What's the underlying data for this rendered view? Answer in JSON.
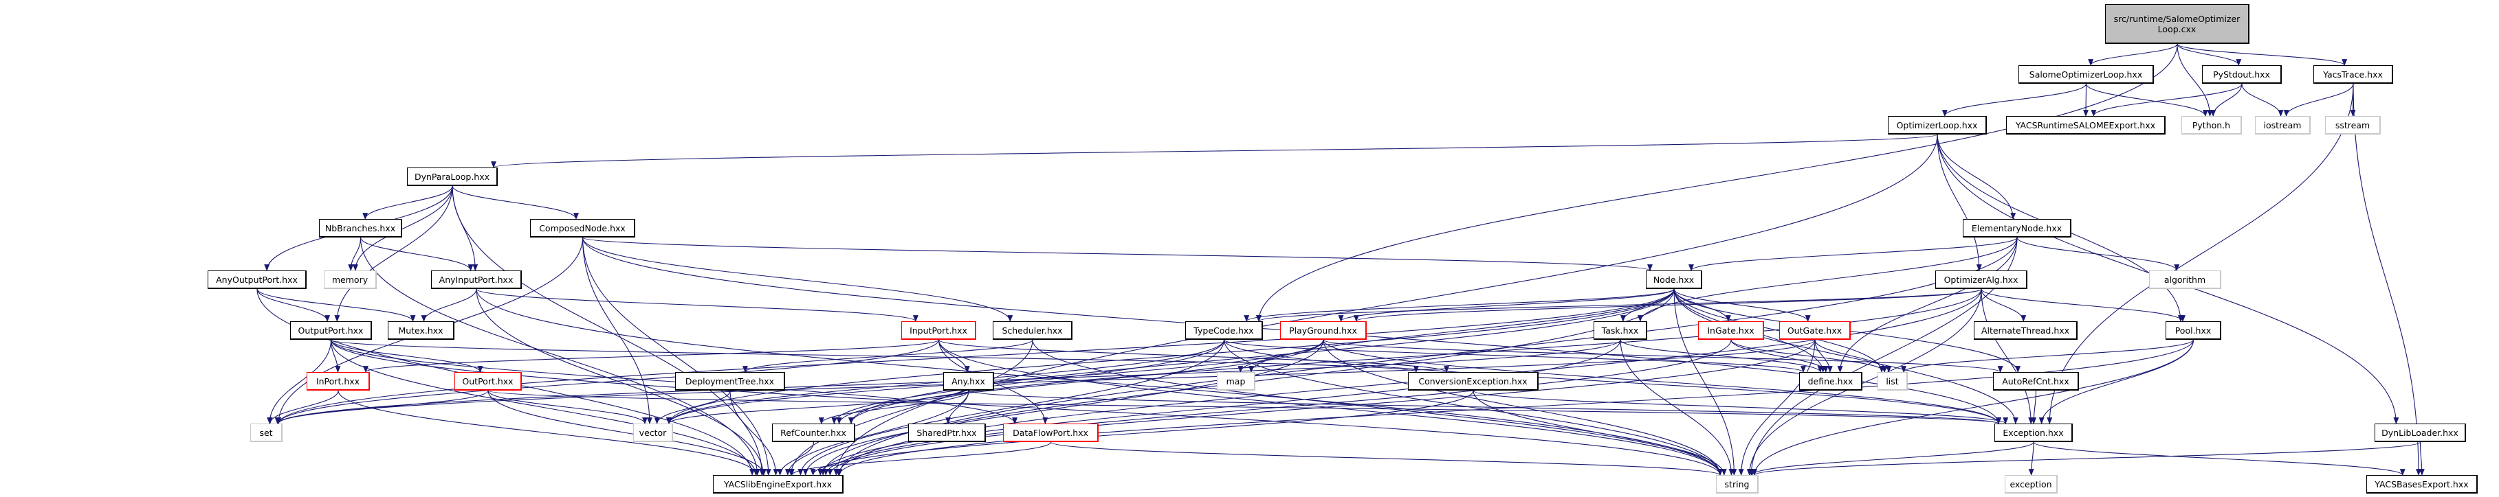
{
  "title": "src/runtime/SalomeOptimizerLoop.cxx include dependency graph",
  "colors": {
    "edge": "#191970",
    "root_fill": "#bfbfbf",
    "node_border": "#000000",
    "system_border": "#c8c8c8",
    "incomplete_border": "#ff0000"
  },
  "nodes": [
    {
      "id": "root",
      "label": "src/runtime/SalomeOptimizer\nLoop.cxx",
      "kind": "root"
    },
    {
      "id": "SalomeOptimizerLoop_hxx",
      "label": "SalomeOptimizerLoop.hxx",
      "kind": "file"
    },
    {
      "id": "PyStdout_hxx",
      "label": "PyStdout.hxx",
      "kind": "file"
    },
    {
      "id": "YacsTrace_hxx",
      "label": "YacsTrace.hxx",
      "kind": "file"
    },
    {
      "id": "OptimizerLoop_hxx",
      "label": "OptimizerLoop.hxx",
      "kind": "file"
    },
    {
      "id": "YACSRuntimeSALOMEExport_hxx",
      "label": "YACSRuntimeSALOMEExport.hxx",
      "kind": "file"
    },
    {
      "id": "Python_h",
      "label": "Python.h",
      "kind": "system"
    },
    {
      "id": "iostream",
      "label": "iostream",
      "kind": "system"
    },
    {
      "id": "sstream",
      "label": "sstream",
      "kind": "system"
    },
    {
      "id": "DynParaLoop_hxx",
      "label": "DynParaLoop.hxx",
      "kind": "file"
    },
    {
      "id": "NbBranches_hxx",
      "label": "NbBranches.hxx",
      "kind": "file"
    },
    {
      "id": "ComposedNode_hxx",
      "label": "ComposedNode.hxx",
      "kind": "file"
    },
    {
      "id": "ElementaryNode_hxx",
      "label": "ElementaryNode.hxx",
      "kind": "file"
    },
    {
      "id": "AnyOutputPort_hxx",
      "label": "AnyOutputPort.hxx",
      "kind": "file"
    },
    {
      "id": "memory",
      "label": "memory",
      "kind": "system"
    },
    {
      "id": "AnyInputPort_hxx",
      "label": "AnyInputPort.hxx",
      "kind": "file"
    },
    {
      "id": "Node_hxx",
      "label": "Node.hxx",
      "kind": "file"
    },
    {
      "id": "OptimizerAlg_hxx",
      "label": "OptimizerAlg.hxx",
      "kind": "file"
    },
    {
      "id": "algorithm",
      "label": "algorithm",
      "kind": "system"
    },
    {
      "id": "OutputPort_hxx",
      "label": "OutputPort.hxx",
      "kind": "file"
    },
    {
      "id": "Mutex_hxx",
      "label": "Mutex.hxx",
      "kind": "file"
    },
    {
      "id": "InputPort_hxx",
      "label": "InputPort.hxx",
      "kind": "incomplete"
    },
    {
      "id": "Scheduler_hxx",
      "label": "Scheduler.hxx",
      "kind": "file"
    },
    {
      "id": "TypeCode_hxx",
      "label": "TypeCode.hxx",
      "kind": "file"
    },
    {
      "id": "PlayGround_hxx",
      "label": "PlayGround.hxx",
      "kind": "incomplete"
    },
    {
      "id": "Task_hxx",
      "label": "Task.hxx",
      "kind": "file"
    },
    {
      "id": "InGate_hxx",
      "label": "InGate.hxx",
      "kind": "incomplete"
    },
    {
      "id": "OutGate_hxx",
      "label": "OutGate.hxx",
      "kind": "incomplete"
    },
    {
      "id": "AlternateThread_hxx",
      "label": "AlternateThread.hxx",
      "kind": "file"
    },
    {
      "id": "Pool_hxx",
      "label": "Pool.hxx",
      "kind": "file"
    },
    {
      "id": "InPort_hxx",
      "label": "InPort.hxx",
      "kind": "incomplete"
    },
    {
      "id": "OutPort_hxx",
      "label": "OutPort.hxx",
      "kind": "incomplete"
    },
    {
      "id": "DeploymentTree_hxx",
      "label": "DeploymentTree.hxx",
      "kind": "file"
    },
    {
      "id": "Any_hxx",
      "label": "Any.hxx",
      "kind": "file"
    },
    {
      "id": "map",
      "label": "map",
      "kind": "system"
    },
    {
      "id": "ConversionException_hxx",
      "label": "ConversionException.hxx",
      "kind": "file"
    },
    {
      "id": "define_hxx",
      "label": "define.hxx",
      "kind": "file"
    },
    {
      "id": "list",
      "label": "list",
      "kind": "system"
    },
    {
      "id": "AutoRefCnt_hxx",
      "label": "AutoRefCnt.hxx",
      "kind": "file"
    },
    {
      "id": "set",
      "label": "set",
      "kind": "system"
    },
    {
      "id": "vector",
      "label": "vector",
      "kind": "system"
    },
    {
      "id": "RefCounter_hxx",
      "label": "RefCounter.hxx",
      "kind": "file"
    },
    {
      "id": "SharedPtr_hxx",
      "label": "SharedPtr.hxx",
      "kind": "file"
    },
    {
      "id": "DataFlowPort_hxx",
      "label": "DataFlowPort.hxx",
      "kind": "incomplete"
    },
    {
      "id": "Exception_hxx",
      "label": "Exception.hxx",
      "kind": "file"
    },
    {
      "id": "DynLibLoader_hxx",
      "label": "DynLibLoader.hxx",
      "kind": "file"
    },
    {
      "id": "YACSlibEngineExport_hxx",
      "label": "YACSlibEngineExport.hxx",
      "kind": "file"
    },
    {
      "id": "string",
      "label": "string",
      "kind": "system"
    },
    {
      "id": "exception",
      "label": "exception",
      "kind": "system"
    },
    {
      "id": "YACSBasesExport_hxx",
      "label": "YACSBasesExport.hxx",
      "kind": "file"
    }
  ],
  "edges": [
    [
      "root",
      "SalomeOptimizerLoop_hxx"
    ],
    [
      "root",
      "Python_h"
    ],
    [
      "root",
      "PyStdout_hxx"
    ],
    [
      "root",
      "YacsTrace_hxx"
    ],
    [
      "root",
      "TypeCode_hxx"
    ],
    [
      "SalomeOptimizerLoop_hxx",
      "OptimizerLoop_hxx"
    ],
    [
      "SalomeOptimizerLoop_hxx",
      "YACSRuntimeSALOMEExport_hxx"
    ],
    [
      "SalomeOptimizerLoop_hxx",
      "Python_h"
    ],
    [
      "PyStdout_hxx",
      "YACSRuntimeSALOMEExport_hxx"
    ],
    [
      "PyStdout_hxx",
      "Python_h"
    ],
    [
      "PyStdout_hxx",
      "iostream"
    ],
    [
      "YacsTrace_hxx",
      "iostream"
    ],
    [
      "YacsTrace_hxx",
      "sstream"
    ],
    [
      "YacsTrace_hxx",
      "Exception_hxx"
    ],
    [
      "YacsTrace_hxx",
      "YACSBasesExport_hxx"
    ],
    [
      "OptimizerLoop_hxx",
      "DynParaLoop_hxx"
    ],
    [
      "OptimizerLoop_hxx",
      "YACSlibEngineExport_hxx"
    ],
    [
      "OptimizerLoop_hxx",
      "ElementaryNode_hxx"
    ],
    [
      "OptimizerLoop_hxx",
      "OptimizerAlg_hxx"
    ],
    [
      "OptimizerLoop_hxx",
      "Pool_hxx"
    ],
    [
      "OptimizerLoop_hxx",
      "DynLibLoader_hxx"
    ],
    [
      "DynParaLoop_hxx",
      "NbBranches_hxx"
    ],
    [
      "DynParaLoop_hxx",
      "ComposedNode_hxx"
    ],
    [
      "DynParaLoop_hxx",
      "AnyOutputPort_hxx"
    ],
    [
      "DynParaLoop_hxx",
      "memory"
    ],
    [
      "DynParaLoop_hxx",
      "AnyInputPort_hxx"
    ],
    [
      "DynParaLoop_hxx",
      "OutputPort_hxx"
    ],
    [
      "DynParaLoop_hxx",
      "YACSlibEngineExport_hxx"
    ],
    [
      "NbBranches_hxx",
      "memory"
    ],
    [
      "NbBranches_hxx",
      "AnyInputPort_hxx"
    ],
    [
      "NbBranches_hxx",
      "YACSlibEngineExport_hxx"
    ],
    [
      "ComposedNode_hxx",
      "Node_hxx"
    ],
    [
      "ComposedNode_hxx",
      "Scheduler_hxx"
    ],
    [
      "ComposedNode_hxx",
      "vector"
    ],
    [
      "ComposedNode_hxx",
      "set"
    ],
    [
      "ComposedNode_hxx",
      "YACSlibEngineExport_hxx"
    ],
    [
      "ComposedNode_hxx",
      "Exception_hxx"
    ],
    [
      "ElementaryNode_hxx",
      "Node_hxx"
    ],
    [
      "ElementaryNode_hxx",
      "Task_hxx"
    ],
    [
      "ElementaryNode_hxx",
      "algorithm"
    ],
    [
      "ElementaryNode_hxx",
      "YACSlibEngineExport_hxx"
    ],
    [
      "ElementaryNode_hxx",
      "define_hxx"
    ],
    [
      "ElementaryNode_hxx",
      "string"
    ],
    [
      "AnyOutputPort_hxx",
      "OutputPort_hxx"
    ],
    [
      "AnyOutputPort_hxx",
      "Mutex_hxx"
    ],
    [
      "AnyOutputPort_hxx",
      "YACSlibEngineExport_hxx"
    ],
    [
      "AnyInputPort_hxx",
      "Mutex_hxx"
    ],
    [
      "AnyInputPort_hxx",
      "InputPort_hxx"
    ],
    [
      "AnyInputPort_hxx",
      "YACSlibEngineExport_hxx"
    ],
    [
      "AnyInputPort_hxx",
      "string"
    ],
    [
      "Node_hxx",
      "InGate_hxx"
    ],
    [
      "Node_hxx",
      "OutGate_hxx"
    ],
    [
      "Node_hxx",
      "Task_hxx"
    ],
    [
      "Node_hxx",
      "TypeCode_hxx"
    ],
    [
      "Node_hxx",
      "PlayGround_hxx"
    ],
    [
      "Node_hxx",
      "define_hxx"
    ],
    [
      "Node_hxx",
      "list"
    ],
    [
      "Node_hxx",
      "set"
    ],
    [
      "Node_hxx",
      "vector"
    ],
    [
      "Node_hxx",
      "map"
    ],
    [
      "Node_hxx",
      "string"
    ],
    [
      "Node_hxx",
      "Exception_hxx"
    ],
    [
      "Node_hxx",
      "RefCounter_hxx"
    ],
    [
      "Node_hxx",
      "YACSlibEngineExport_hxx"
    ],
    [
      "Node_hxx",
      "AutoRefCnt_hxx"
    ],
    [
      "OptimizerAlg_hxx",
      "TypeCode_hxx"
    ],
    [
      "OptimizerAlg_hxx",
      "PlayGround_hxx"
    ],
    [
      "OptimizerAlg_hxx",
      "AlternateThread_hxx"
    ],
    [
      "OptimizerAlg_hxx",
      "Pool_hxx"
    ],
    [
      "OptimizerAlg_hxx",
      "Exception_hxx"
    ],
    [
      "OptimizerAlg_hxx",
      "RefCounter_hxx"
    ],
    [
      "OptimizerAlg_hxx",
      "YACSlibEngineExport_hxx"
    ],
    [
      "OptimizerAlg_hxx",
      "string"
    ],
    [
      "OutputPort_hxx",
      "InPort_hxx"
    ],
    [
      "OutputPort_hxx",
      "OutPort_hxx"
    ],
    [
      "OutputPort_hxx",
      "DataFlowPort_hxx"
    ],
    [
      "OutputPort_hxx",
      "ConversionException_hxx"
    ],
    [
      "OutputPort_hxx",
      "set"
    ],
    [
      "OutputPort_hxx",
      "string"
    ],
    [
      "OutputPort_hxx",
      "YACSlibEngineExport_hxx"
    ],
    [
      "InputPort_hxx",
      "Any_hxx"
    ],
    [
      "InputPort_hxx",
      "DataFlowPort_hxx"
    ],
    [
      "InputPort_hxx",
      "InPort_hxx"
    ],
    [
      "InputPort_hxx",
      "ConversionException_hxx"
    ],
    [
      "InputPort_hxx",
      "set"
    ],
    [
      "InputPort_hxx",
      "string"
    ],
    [
      "Scheduler_hxx",
      "DeploymentTree_hxx"
    ],
    [
      "Scheduler_hxx",
      "YACSlibEngineExport_hxx"
    ],
    [
      "Scheduler_hxx",
      "string"
    ],
    [
      "TypeCode_hxx",
      "RefCounter_hxx"
    ],
    [
      "TypeCode_hxx",
      "Exception_hxx"
    ],
    [
      "TypeCode_hxx",
      "YACSlibEngineExport_hxx"
    ],
    [
      "TypeCode_hxx",
      "string"
    ],
    [
      "TypeCode_hxx",
      "define_hxx"
    ],
    [
      "TypeCode_hxx",
      "vector"
    ],
    [
      "PlayGround_hxx",
      "RefCounter_hxx"
    ],
    [
      "PlayGround_hxx",
      "AutoRefCnt_hxx"
    ],
    [
      "PlayGround_hxx",
      "map"
    ],
    [
      "PlayGround_hxx",
      "vector"
    ],
    [
      "PlayGround_hxx",
      "string"
    ],
    [
      "PlayGround_hxx",
      "YACSlibEngineExport_hxx"
    ],
    [
      "PlayGround_hxx",
      "Exception_hxx"
    ],
    [
      "Task_hxx",
      "define_hxx"
    ],
    [
      "Task_hxx",
      "set"
    ],
    [
      "Task_hxx",
      "YACSlibEngineExport_hxx"
    ],
    [
      "Task_hxx",
      "string"
    ],
    [
      "InGate_hxx",
      "define_hxx"
    ],
    [
      "InGate_hxx",
      "list"
    ],
    [
      "InGate_hxx",
      "YACSlibEngineExport_hxx"
    ],
    [
      "OutGate_hxx",
      "define_hxx"
    ],
    [
      "OutGate_hxx",
      "list"
    ],
    [
      "OutGate_hxx",
      "set"
    ],
    [
      "OutGate_hxx",
      "string"
    ],
    [
      "OutGate_hxx",
      "YACSlibEngineExport_hxx"
    ],
    [
      "Pool_hxx",
      "list"
    ],
    [
      "Pool_hxx",
      "Exception_hxx"
    ],
    [
      "Pool_hxx",
      "string"
    ],
    [
      "Pool_hxx",
      "YACSlibEngineExport_hxx"
    ],
    [
      "InPort_hxx",
      "set"
    ],
    [
      "InPort_hxx",
      "YACSlibEngineExport_hxx"
    ],
    [
      "OutPort_hxx",
      "set"
    ],
    [
      "OutPort_hxx",
      "vector"
    ],
    [
      "OutPort_hxx",
      "Exception_hxx"
    ],
    [
      "OutPort_hxx",
      "YACSlibEngineExport_hxx"
    ],
    [
      "DeploymentTree_hxx",
      "vector"
    ],
    [
      "DeploymentTree_hxx",
      "YACSlibEngineExport_hxx"
    ],
    [
      "Any_hxx",
      "RefCounter_hxx"
    ],
    [
      "Any_hxx",
      "SharedPtr_hxx"
    ],
    [
      "Any_hxx",
      "vector"
    ],
    [
      "Any_hxx",
      "Exception_hxx"
    ],
    [
      "Any_hxx",
      "YACSlibEngineExport_hxx"
    ],
    [
      "ConversionException_hxx",
      "Exception_hxx"
    ],
    [
      "ConversionException_hxx",
      "YACSlibEngineExport_hxx"
    ],
    [
      "ConversionException_hxx",
      "string"
    ],
    [
      "AutoRefCnt_hxx",
      "Exception_hxx"
    ],
    [
      "RefCounter_hxx",
      "YACSlibEngineExport_hxx"
    ],
    [
      "DataFlowPort_hxx",
      "YACSlibEngineExport_hxx"
    ],
    [
      "DataFlowPort_hxx",
      "string"
    ],
    [
      "Exception_hxx",
      "string"
    ],
    [
      "Exception_hxx",
      "exception"
    ],
    [
      "Exception_hxx",
      "YACSBasesExport_hxx"
    ],
    [
      "DynLibLoader_hxx",
      "YACSBasesExport_hxx"
    ],
    [
      "DynLibLoader_hxx",
      "string"
    ]
  ]
}
